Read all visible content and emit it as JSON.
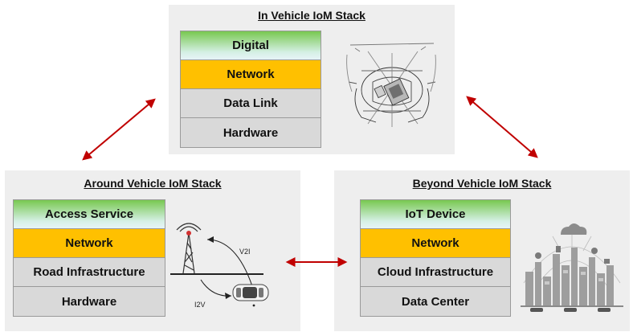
{
  "colors": {
    "panel_bg": "#eeeeee",
    "top_layer_green": "#78c850",
    "network_layer": "#ffc000",
    "lower_layer_gray": "#d9d9d9",
    "arrow": "#c00000"
  },
  "in_vehicle": {
    "title": "In Vehicle IoM Stack",
    "layers": [
      "Digital",
      "Network",
      "Data Link",
      "Hardware"
    ],
    "illustration": "car-interior-sketch-icon"
  },
  "around_vehicle": {
    "title": "Around Vehicle IoM Stack",
    "layers": [
      "Access Service",
      "Network",
      "Road Infrastructure",
      "Hardware"
    ],
    "illustration": {
      "v2i_label": "V2I",
      "i2v_label": "I2V"
    }
  },
  "beyond_vehicle": {
    "title": "Beyond Vehicle IoM Stack",
    "layers": [
      "IoT Device",
      "Network",
      "Cloud Infrastructure",
      "Data Center"
    ],
    "illustration": "smart-city-cloud-icon"
  }
}
